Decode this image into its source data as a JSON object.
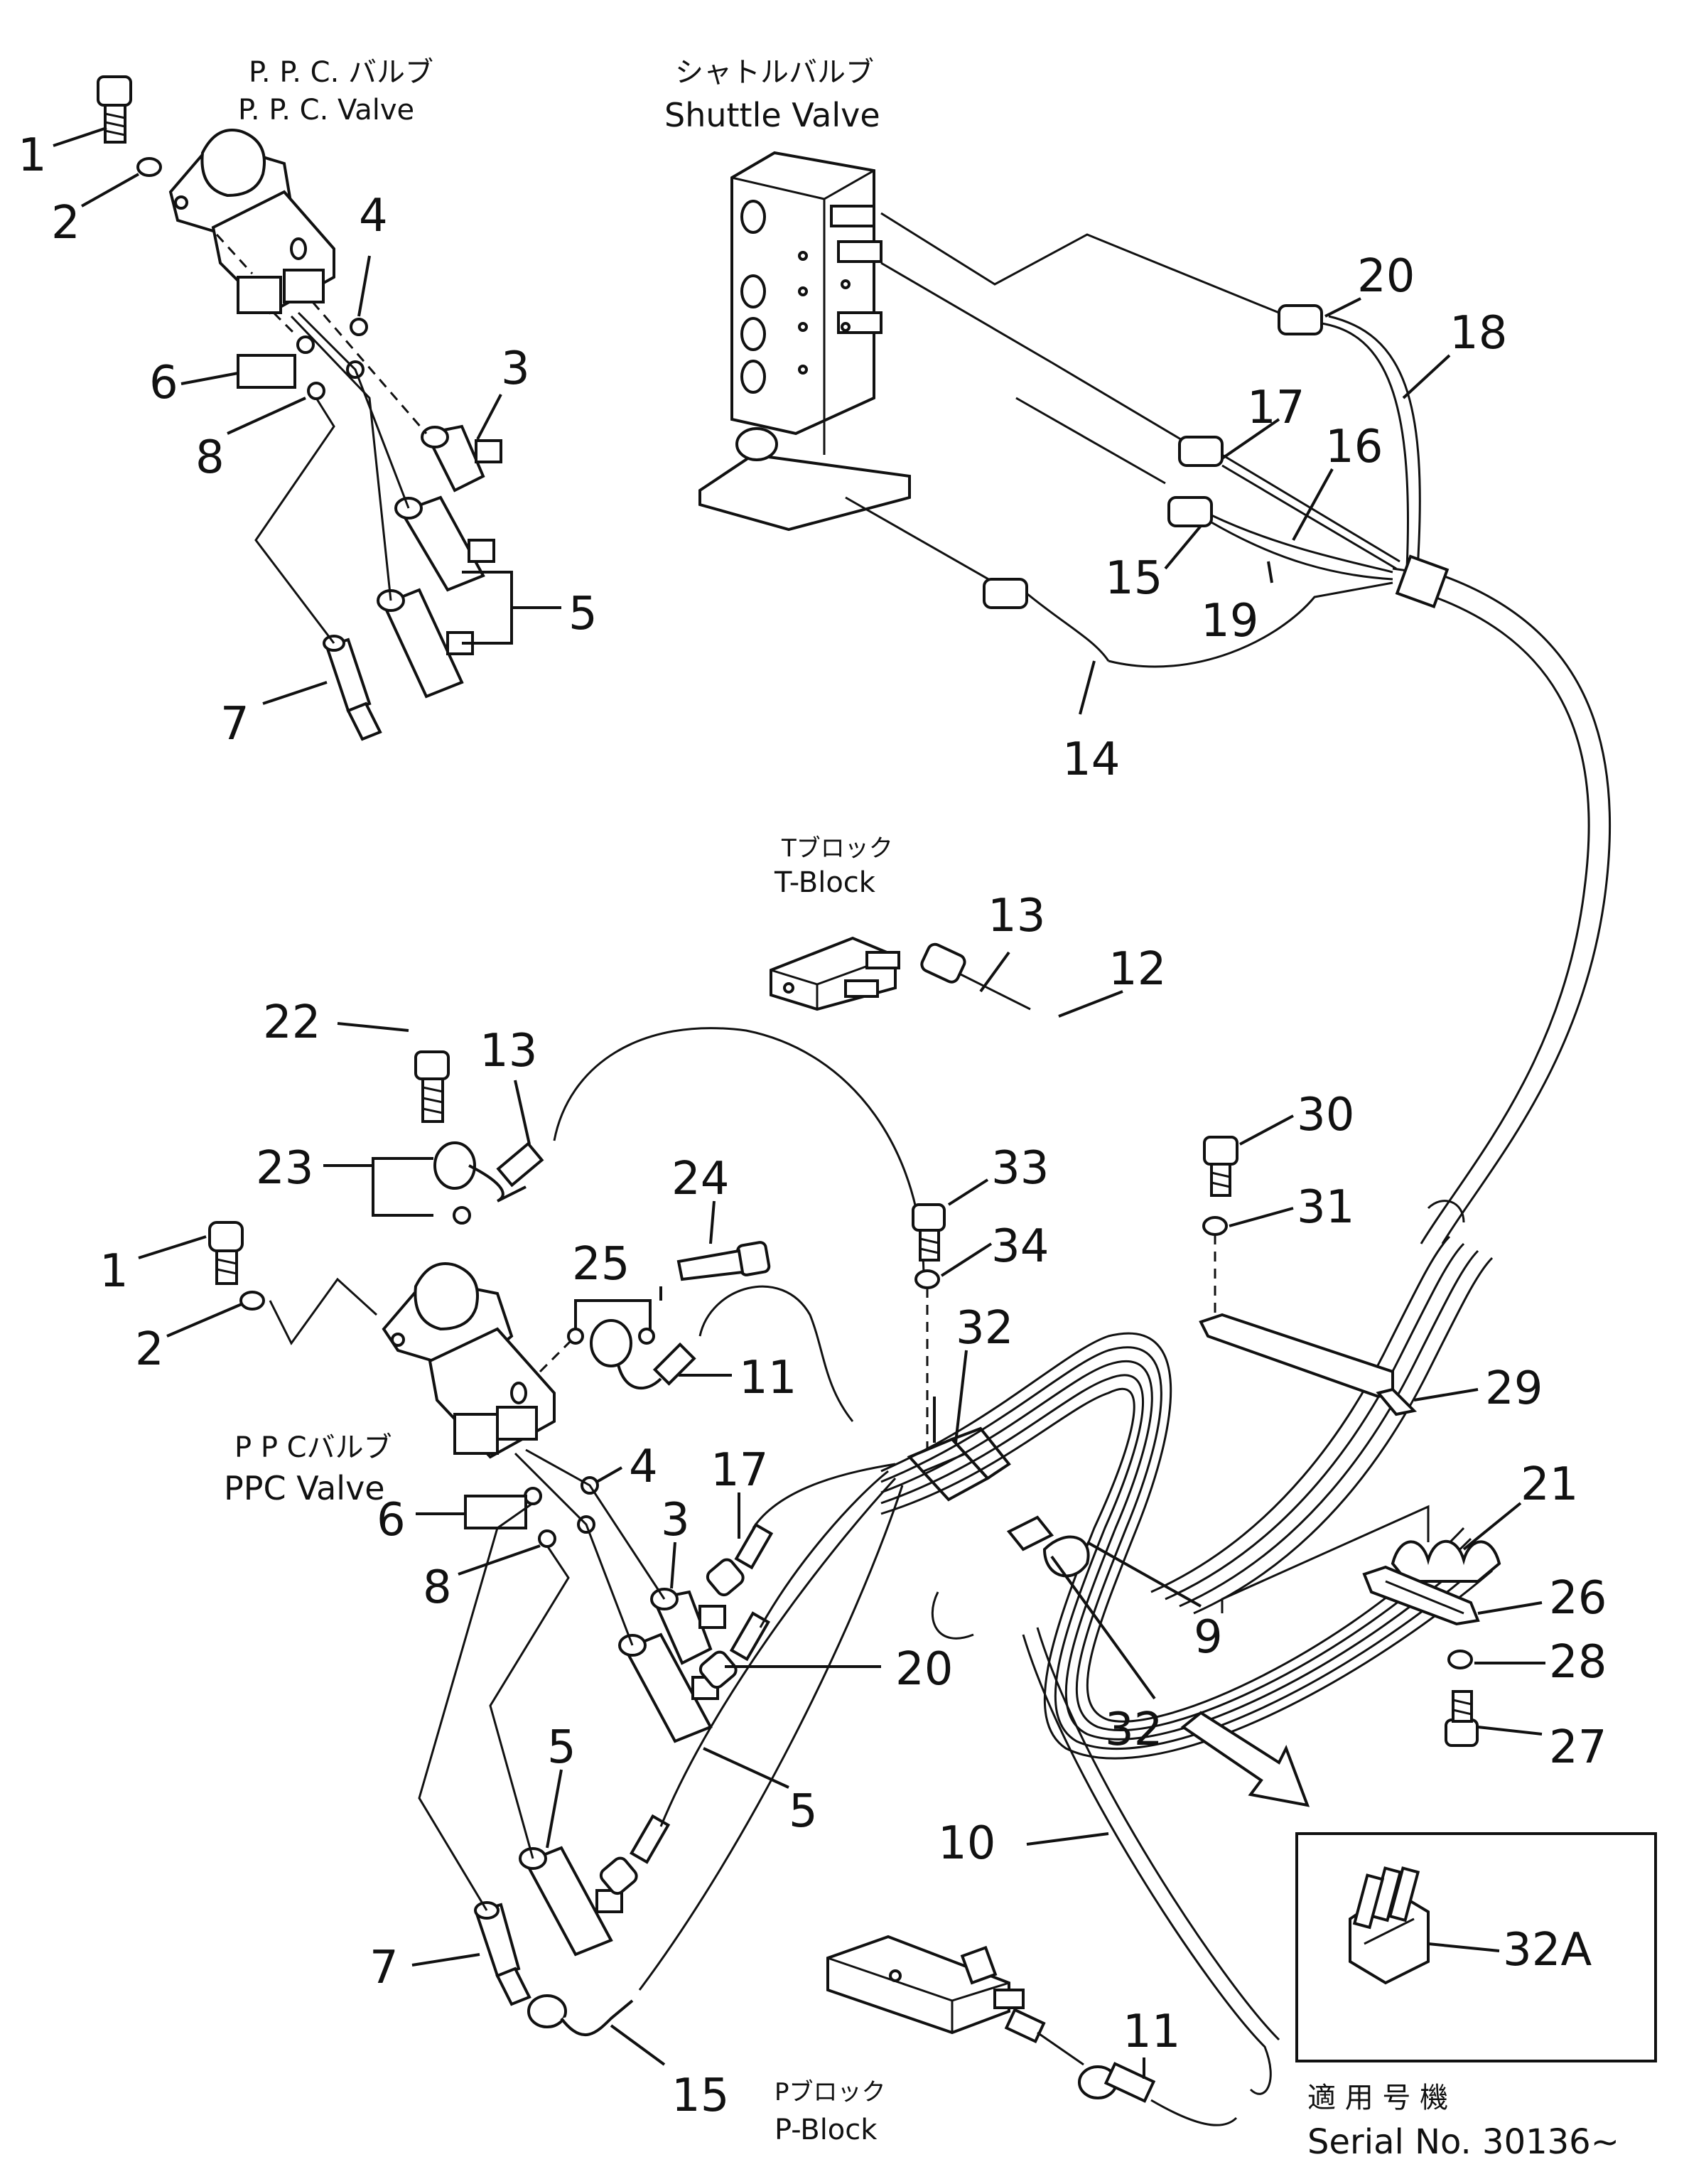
{
  "labels": {
    "ppc_valve_top_jp": "P. P. C. バルブ",
    "ppc_valve_top_en": "P. P. C. Valve",
    "shuttle_valve_jp": "シャトルバルブ",
    "shuttle_valve_en": "Shuttle Valve",
    "t_block_jp": "Tブロック",
    "t_block_en": "T-Block",
    "ppc_valve_bottom_jp": "P P Cバルブ",
    "ppc_valve_bottom_en": "PPC Valve",
    "p_block_jp": "Pブロック",
    "p_block_en": "P-Block",
    "serial_jp": "適 用 号 機",
    "serial_en": "Serial No. 30136~"
  },
  "callouts": {
    "n1a": "1",
    "n2a": "2",
    "n3a": "3",
    "n4a": "4",
    "n5a": "5",
    "n6a": "6",
    "n7a": "7",
    "n8a": "8",
    "n14": "14",
    "n15a": "15",
    "n16": "16",
    "n17a": "17",
    "n18": "18",
    "n19": "19",
    "n20a": "20",
    "n13a": "13",
    "n12": "12",
    "n22": "22",
    "n13b": "13",
    "n23": "23",
    "n24": "24",
    "n25": "25",
    "n33": "33",
    "n34": "34",
    "n32a": "32",
    "n30": "30",
    "n31": "31",
    "n29": "29",
    "n1b": "1",
    "n2b": "2",
    "n11a": "11",
    "n17b": "17",
    "n4b": "4",
    "n6b": "6",
    "n3b": "3",
    "n8b": "8",
    "n21": "21",
    "n26": "26",
    "n9": "9",
    "n20b": "20",
    "n28": "28",
    "n32b": "32",
    "n27": "27",
    "n5b": "5",
    "n5c": "5",
    "n10": "10",
    "n7b": "7",
    "n32A": "32A",
    "n11b": "11",
    "n15b": "15"
  }
}
